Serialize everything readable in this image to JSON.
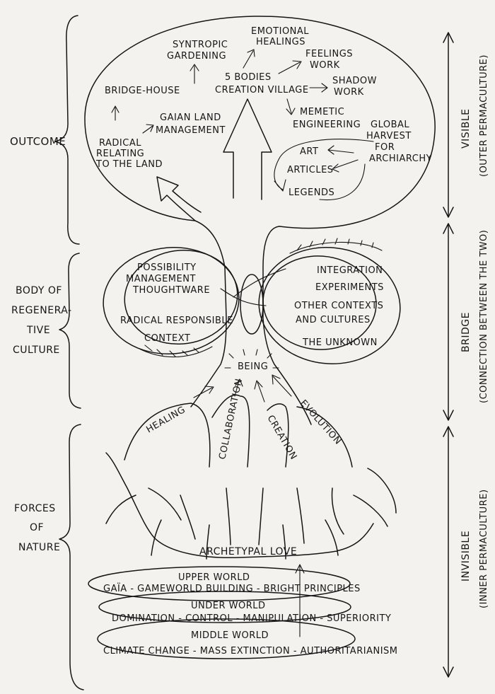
{
  "left_labels": {
    "outcome": "OUTCOME",
    "body": [
      "BODY OF",
      "REGENERA-",
      "TIVE",
      "CULTURE"
    ],
    "forces": [
      "FORCES",
      "OF",
      "NATURE"
    ]
  },
  "right_labels": {
    "visible": "VISIBLE",
    "visible_sub": "(OUTER PERMACULTURE)",
    "bridge": "BRIDGE",
    "bridge_sub": "(CONNECTION BETWEEN THE TWO)",
    "invisible": "INVISIBLE",
    "invisible_sub": "(INNER PERMACULTURE)"
  },
  "outcome": {
    "syntropic": [
      "SYNTROPIC",
      "GARDENING"
    ],
    "emotional": [
      "EMOTIONAL",
      "HEALINGS"
    ],
    "feelings": [
      "FEELINGS",
      "WORK"
    ],
    "bridge_house": "BRIDGE-HOUSE",
    "bodies": [
      "5 BODIES",
      "CREATION VILLAGE"
    ],
    "shadow": [
      "SHADOW",
      "WORK"
    ],
    "gaian": [
      "GAIAN LAND",
      "MANAGEMENT"
    ],
    "memetic": [
      "MEMETIC",
      "ENGINEERING"
    ],
    "global": [
      "GLOBAL",
      "HARVEST",
      "FOR",
      "ARCHIARCHY"
    ],
    "radical": [
      "RADICAL",
      "RELATING",
      "TO THE LAND"
    ],
    "art": "ART",
    "articles": "ARTICLES",
    "legends": "LEGENDS"
  },
  "body": {
    "possibility": [
      "POSSIBILITY",
      "MANAGEMENT",
      "THOUGHTWARE"
    ],
    "radical_responsible": "RADICAL RESPONSIBLE",
    "context": "CONTEXT",
    "integration": [
      "INTEGRATION",
      "EXPERIMENTS"
    ],
    "other": [
      "OTHER CONTEXTS",
      "AND CULTURES"
    ],
    "unknown": "THE UNKNOWN",
    "being": "BEING"
  },
  "forces": {
    "healing": "HEALING",
    "collaboration": "COLLABORATION",
    "creation": "CREATION",
    "evolution": "EVOLUTION",
    "archetypal_love": "ARCHETYPAL LOVE"
  },
  "worlds": {
    "upper_title": "UPPER WORLD",
    "upper_text": "GAÏA - GAMEWORLD BUILDING - BRIGHT PRINCIPLES",
    "under_title": "UNDER WORLD",
    "under_text": "DOMINATION - CONTROL - MANIPULATION - SUPERIORITY",
    "middle_title": "MIDDLE WORLD",
    "middle_text": "CLIMATE CHANGE - MASS EXTINCTION - AUTHORITARIANISM"
  }
}
